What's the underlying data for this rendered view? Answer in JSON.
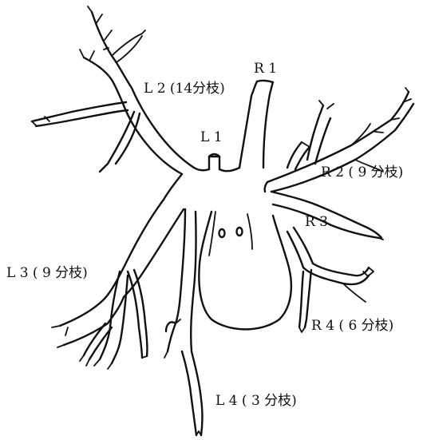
{
  "labels": {
    "r1": "R 1",
    "l2": "L 2 (14分枝)",
    "l1": "L 1",
    "r2": "R 2 ( 9 分枝)",
    "r3": "R 3",
    "l3": "L 3 ( 9 分枝)",
    "r4": "R 4 ( 6 分枝)",
    "l4": "L 4 ( 3 分枝)"
  }
}
